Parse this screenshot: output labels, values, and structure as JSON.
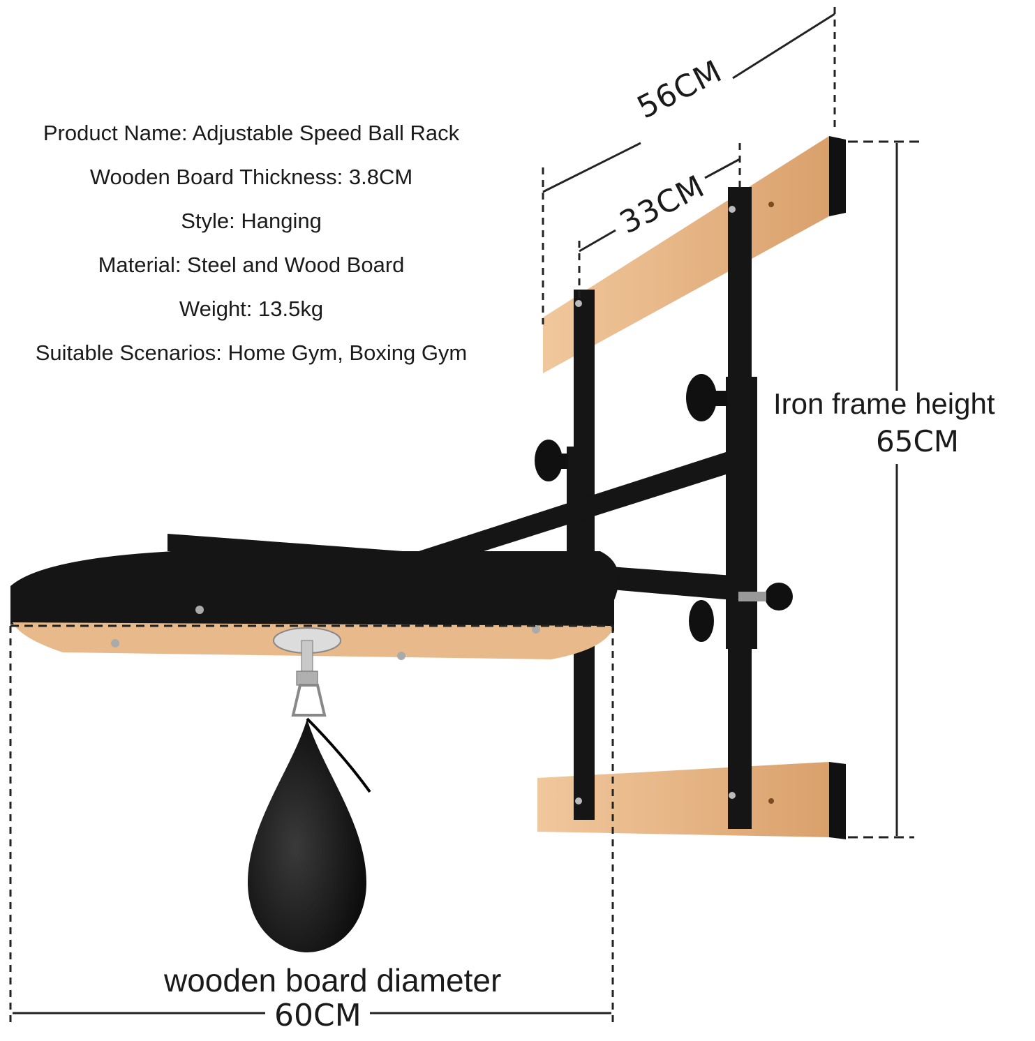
{
  "specs": {
    "product_name": "Product Name: Adjustable Speed Ball Rack",
    "board_thickness": "Wooden Board Thickness: 3.8CM",
    "style": "Style: Hanging",
    "material": "Material: Steel and Wood Board",
    "weight": "Weight: 13.5kg",
    "scenarios": "Suitable Scenarios: Home Gym, Boxing Gym"
  },
  "dimensions": {
    "outer_width": "56CM",
    "inner_width": "33CM",
    "frame_height_label": "Iron frame height",
    "frame_height_value": "65CM",
    "diameter_label": "wooden board diameter",
    "diameter_value": "60CM"
  },
  "colors": {
    "wood": "#e8b98a",
    "wood_edge": "#d9a06b",
    "steel": "#151515",
    "bag": "#1c1c1c",
    "dash": "#222222"
  }
}
